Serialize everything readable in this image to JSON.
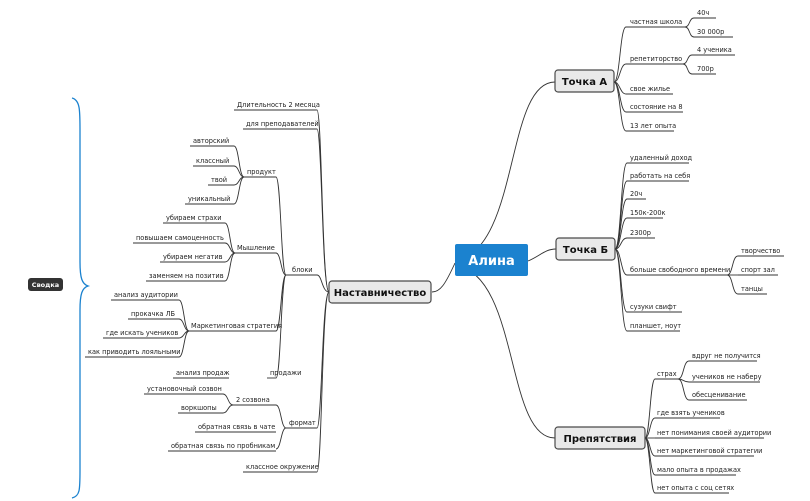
{
  "root": "Алина",
  "summary": "Сводка",
  "branches": {
    "a": {
      "title": "Точка А",
      "items": [
        "частная школа",
        "40ч",
        "30 000р",
        "репетиторство",
        "4 ученика",
        "700р",
        "свое жилье",
        "состояние на 8",
        "13 лет опыта"
      ]
    },
    "b": {
      "title": "Точка Б",
      "items": [
        "удаленный доход",
        "работать на себя",
        "20ч",
        "150к-200к",
        "2300р",
        "больше свободного времени",
        "творчество",
        "спорт зал",
        "танцы",
        "сузуки свифт",
        "планшет, ноут"
      ]
    },
    "c": {
      "title": "Препятствия",
      "items": [
        "страх",
        "вдруг не получится",
        "учеников не наберу",
        "обесценивание",
        "где взять учеников",
        "нет понимания своей аудитории",
        "нет маркетинговой стратегии",
        "мало опыта в продажах",
        "нет опыта с соц сетях"
      ]
    },
    "d": {
      "title": "Наставничество",
      "items": [
        "Длительность 2 месяца",
        "для преподавателей",
        "блоки",
        "продукт",
        "авторский",
        "классный",
        "твой",
        "уникальный",
        "Мышление",
        "убираем страхи",
        "повышаем самоценность",
        "убираем негатив",
        "заменяем на позитив",
        "Маркетинговая стратегия",
        "анализ аудитории",
        "прокачка ЛБ",
        "где искать учеников",
        "как приводить лояльными",
        "продажи",
        "анализ продаж",
        "формат",
        "2 созвона",
        "установочный созвон",
        "воркшопы",
        "обратная связь в чате",
        "обратная связь по пробникам",
        "классное окружение"
      ]
    }
  }
}
